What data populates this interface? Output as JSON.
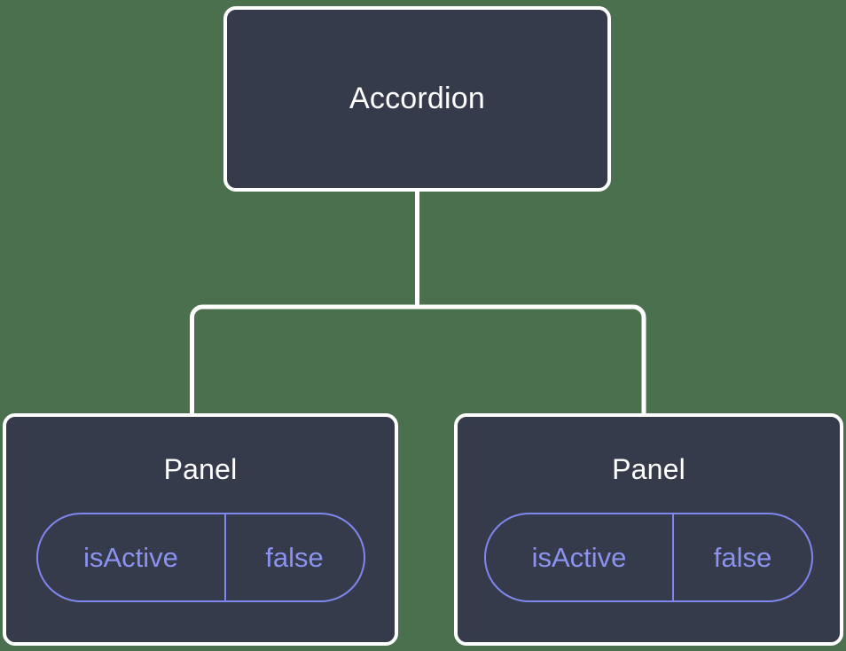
{
  "diagram": {
    "type": "component-tree",
    "background_color": "#4a704e",
    "node_fill_color": "#353b4a",
    "node_border_color": "#ffffff",
    "node_text_color": "#ffffff",
    "prop_accent_color": "#7f86ec",
    "prop_text_color": "#8b92f0",
    "root": {
      "label": "Accordion"
    },
    "children": [
      {
        "label": "Panel",
        "props": [
          {
            "key": "isActive",
            "value": "false"
          }
        ]
      },
      {
        "label": "Panel",
        "props": [
          {
            "key": "isActive",
            "value": "false"
          }
        ]
      }
    ]
  }
}
